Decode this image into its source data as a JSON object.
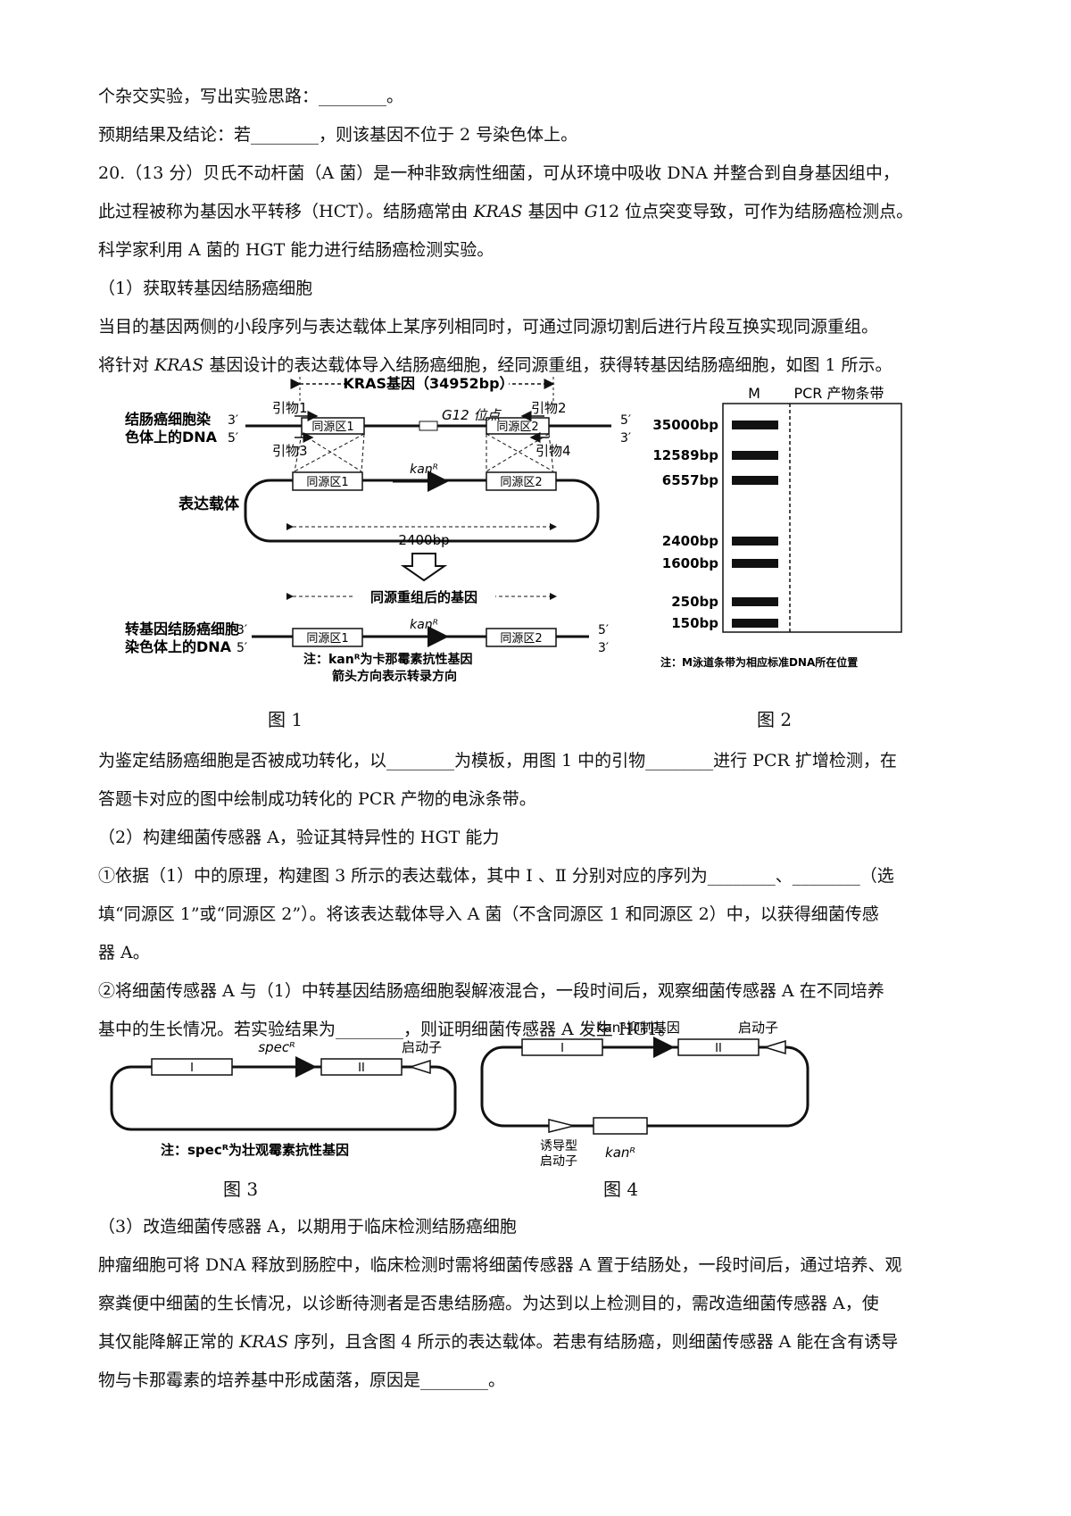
{
  "text": {
    "l1": "个杂交实验，写出实验思路：________。",
    "l2": "预期结果及结论：若________，则该基因不位于 2 号染色体上。",
    "l3": "20.（13 分）贝氏不动杆菌（A 菌）是一种非致病性细菌，可从环境中吸收 DNA 并整合到自身基因组中，",
    "l4a": "此过程被称为基因水平转移（HCT）。结肠癌常由 ",
    "l4b": "KRAS",
    "l4c": " 基因中 ",
    "l4d": "G",
    "l4e": "12 位点突变导致，可作为结肠癌检测点。",
    "l5": "科学家利用 A 菌的 HGT 能力进行结肠癌检测实验。",
    "l6": "（1）获取转基因结肠癌细胞",
    "l7": "当目的基因两侧的小段序列与表达载体上某序列相同时，可通过同源切割后进行片段互换实现同源重组。",
    "l8a": "将针对 ",
    "l8b": "KRAS",
    "l8c": " 基因设计的表达载体导入结肠癌细胞，经同源重组，获得转基因结肠癌细胞，如图 1 所示。",
    "cap1": "图 1",
    "cap2": "图 2",
    "l9": "为鉴定结肠癌细胞是否被成功转化，以________为模板，用图 1 中的引物________进行 PCR 扩增检测，在",
    "l10": "答题卡对应的图中绘制成功转化的 PCR 产物的电泳条带。",
    "l11": "（2）构建细菌传感器 A，验证其特异性的 HGT 能力",
    "l12": "①依据（1）中的原理，构建图 3 所示的表达载体，其中 Ⅰ 、Ⅱ 分别对应的序列为________、________（选",
    "l13": "填“同源区 1”或“同源区 2”）。将该表达载体导入 A 菌（不含同源区 1 和同源区 2）中，以获得细菌传感",
    "l14": "器 A。",
    "l15": "②将细菌传感器 A 与（1）中转基因结肠癌细胞裂解液混合，一段时间后，观察细菌传感器 A 在不同培养",
    "l16": "基中的生长情况。若实验结果为________，则证明细菌传感器 A 发生 HGT。",
    "cap3": "图 3",
    "cap4": "图 4",
    "l17": "（3）改造细菌传感器 A，以期用于临床检测结肠癌细胞",
    "l18": "肿瘤细胞可将 DNA 释放到肠腔中，临床检测时需将细菌传感器 A 置于结肠处，一段时间后，通过培养、观",
    "l19": "察粪便中细菌的生长情况，以诊断待测者是否患结肠癌。为达到以上检测目的，需改造细菌传感器 A，使",
    "l20a": "其仅能降解正常的 ",
    "l20b": "KRAS",
    "l20c": " 序列，且含图 4 所示的表达载体。若患有结肠癌，则细菌传感器 A 能在含有诱导",
    "l21": "物与卡那霉素的培养基中形成菌落，原因是________。"
  },
  "fig1": {
    "gene_label": "KRAS基因（34952bp）",
    "chrom_label_1": "结肠癌细胞染",
    "chrom_label_2": "色体上的DNA",
    "p1": "引物1",
    "p2": "引物2",
    "p3": "引物3",
    "p4": "引物4",
    "g12": "G12 位点",
    "end3": "3′",
    "end5": "5′",
    "hz1": "同源区1",
    "hz2": "同源区2",
    "kan": "kanᴿ",
    "vector_label": "表达载体",
    "size": "2400bp",
    "recomb_label": "同源重组后的基因",
    "trans_label_1": "转基因结肠癌细胞",
    "trans_label_2": "染色体上的DNA",
    "note1": "注：kanᴿ为卡那霉素抗性基因",
    "note2": "箭头方向表示转录方向"
  },
  "fig2": {
    "lane_m": "M",
    "lane_pcr": "PCR 产物条带",
    "markers": [
      "35000bp",
      "12589bp",
      "6557bp",
      "2400bp",
      "1600bp",
      "250bp",
      "150bp"
    ],
    "note": "注：M泳道条带为相应标准DNA所在位置"
  },
  "fig3": {
    "box1": "I",
    "box2": "II",
    "spec": "specᴿ",
    "promoter": "启动子",
    "note": "注：specᴿ为壮观霉素抗性基因"
  },
  "fig4": {
    "box1": "I",
    "box2": "II",
    "suppress": "kanᴿ抑制基因",
    "promoter": "启动子",
    "inducible_1": "诱导型",
    "inducible_2": "启动子",
    "kan": "kanᴿ"
  }
}
